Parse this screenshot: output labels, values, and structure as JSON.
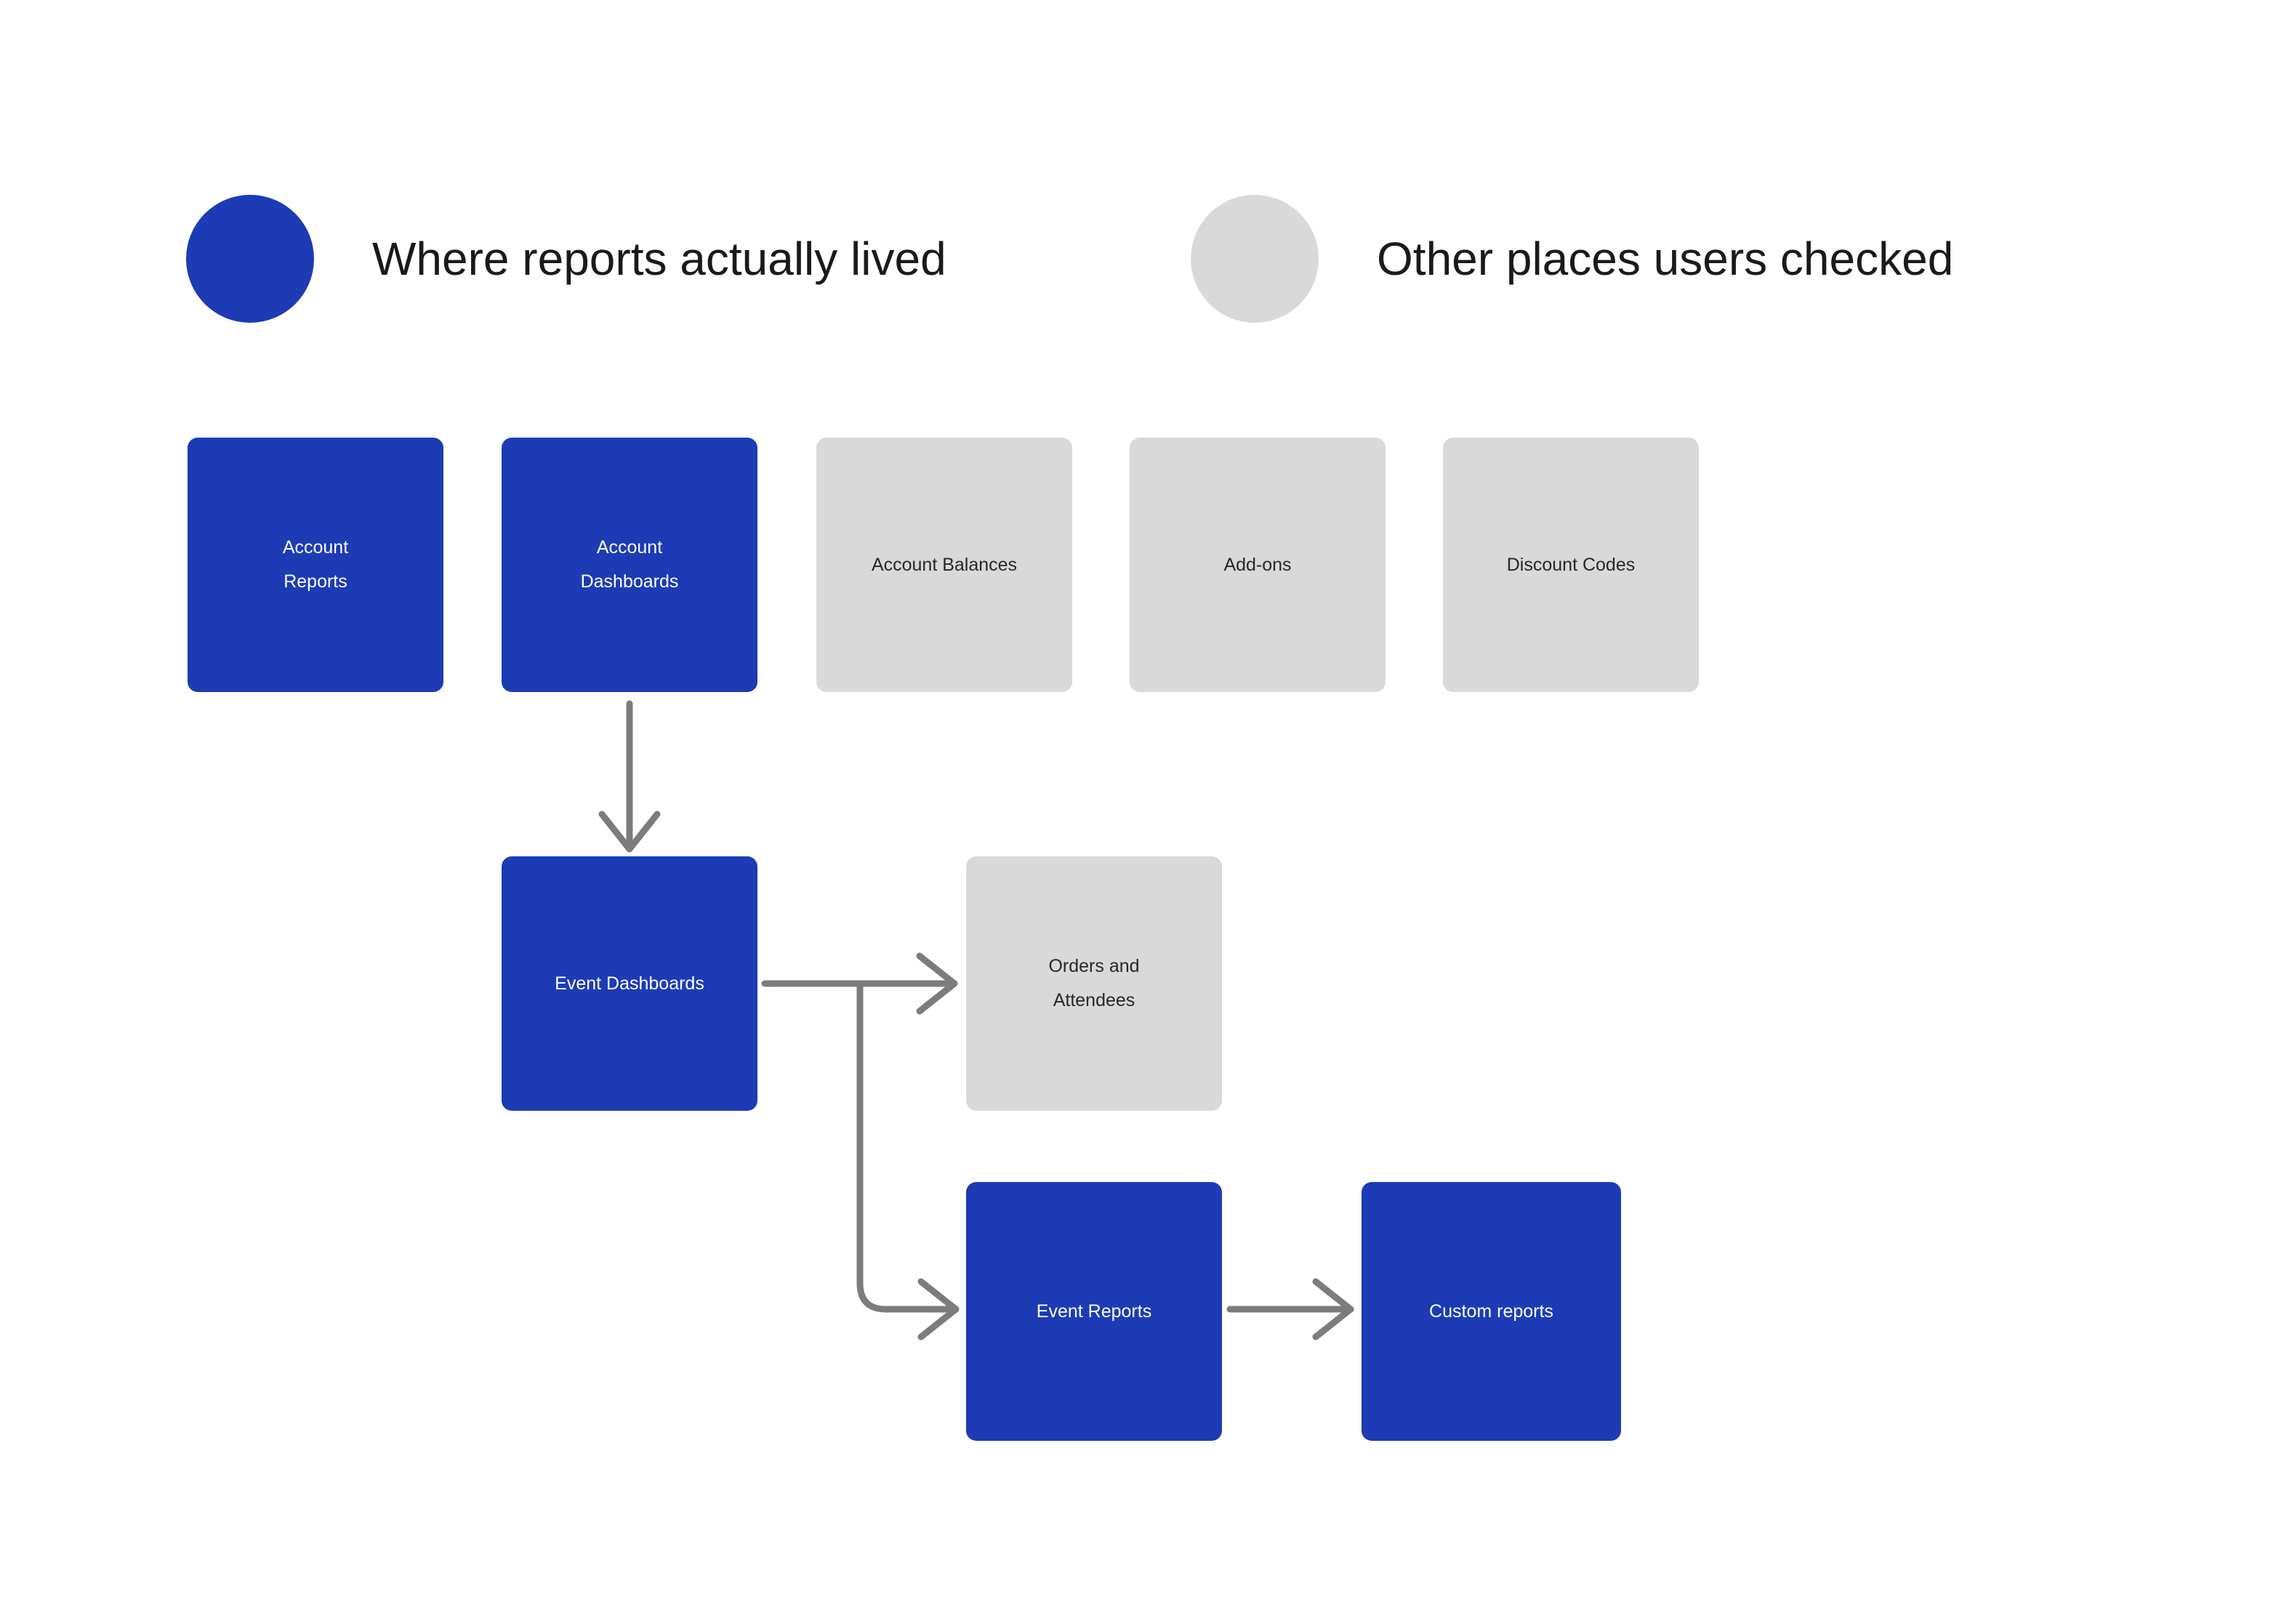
{
  "diagram": {
    "title": "Where reports actually lived",
    "background_color": "#FFFFFF",
    "palette": {
      "primary": "#1C3BB5",
      "secondary": "#D9D9D9",
      "connector": "#7C7C7C",
      "primary_text": "#FFFFFF",
      "secondary_text": "#272727",
      "legend_text": "#1A1A1A"
    }
  },
  "legend": {
    "items": [
      {
        "label": "Where reports actually lived",
        "color": "#1C3BB5",
        "swatch": "circle-blue"
      },
      {
        "label": "Other places users checked",
        "color": "#D9D9D9",
        "swatch": "circle-grey"
      }
    ]
  },
  "nodes": {
    "account_reports": {
      "label": "Account\nReports",
      "group": "Where reports actually lived"
    },
    "account_dashboards": {
      "label": "Account\nDashboards",
      "group": "Where reports actually lived"
    },
    "account_balances": {
      "label": "Account Balances",
      "group": "Other places users checked"
    },
    "add_ons": {
      "label": "Add-ons",
      "group": "Other places users checked"
    },
    "discount_codes": {
      "label": "Discount Codes",
      "group": "Other places users checked"
    },
    "event_dashboards": {
      "label": "Event Dashboards",
      "group": "Where reports actually lived"
    },
    "orders_and_attendees": {
      "label": "Orders and\nAttendees",
      "group": "Other places users checked"
    },
    "event_reports": {
      "label": "Event Reports",
      "group": "Where reports actually lived"
    },
    "custom_reports": {
      "label": "Custom reports",
      "group": "Where reports actually lived"
    }
  },
  "edges": [
    {
      "from": "account_dashboards",
      "to": "event_dashboards",
      "direction": "down"
    },
    {
      "from": "event_dashboards",
      "to": "orders_and_attendees",
      "direction": "right"
    },
    {
      "from": "event_dashboards",
      "to": "event_reports",
      "direction": "right-down"
    },
    {
      "from": "event_reports",
      "to": "custom_reports",
      "direction": "right"
    }
  ]
}
